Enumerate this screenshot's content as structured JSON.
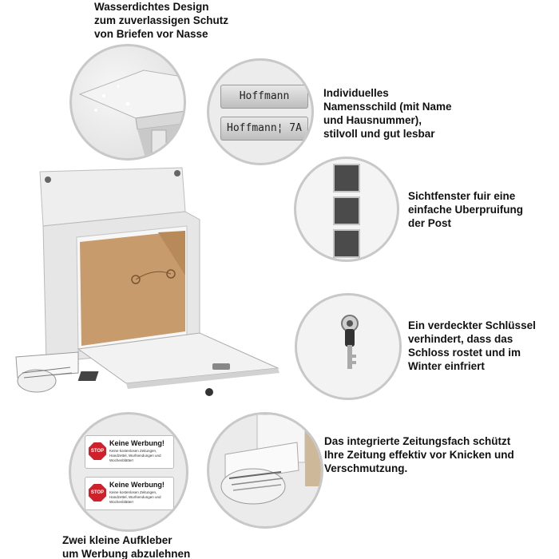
{
  "captions": {
    "waterproof": "Wasserdichtes Design\nzum zuverlassigen Schutz\nvon Briefen vor Nasse",
    "nameplate": "Individuelles\nNamensschild (mit Name\nund Hausnummer),\nstilvoll und gut lesbar",
    "window": "Sichtfenster fuir eine\neinfache Uberpruifung\nder Post",
    "lock": "Ein verdeckter Schlüssel\nverhindert, dass das\nSchloss rostet und im\nWinter einfriert",
    "newspaper": "Das integrierte Zeitungsfach schützt\nIhre Zeitung effektiv vor Knicken und\nVerschmutzung.",
    "stickers": "Zwei kleine Aufkleber\num Werbung abzulehnen"
  },
  "nameplates": [
    "Hoffmann",
    "Hoffmann¦ 7A"
  ],
  "stickers": [
    {
      "sign": "STOP",
      "title": "Keine Werbung!",
      "text": "Keine kostenlosen Zeitungen, Handzettel, Wurfsendungen und Wochenblätter!"
    },
    {
      "sign": "STOP",
      "title": "Keine Werbung!",
      "text": "Keine kostenlosen Zeitungen, Handzettel, Wurfsendungen und Wochenblätter!"
    }
  ],
  "colors": {
    "steel": "#e9e9e9",
    "cardboard": "#c79b6b",
    "stop_red": "#d0202a",
    "ring": "#c8c8c8"
  }
}
